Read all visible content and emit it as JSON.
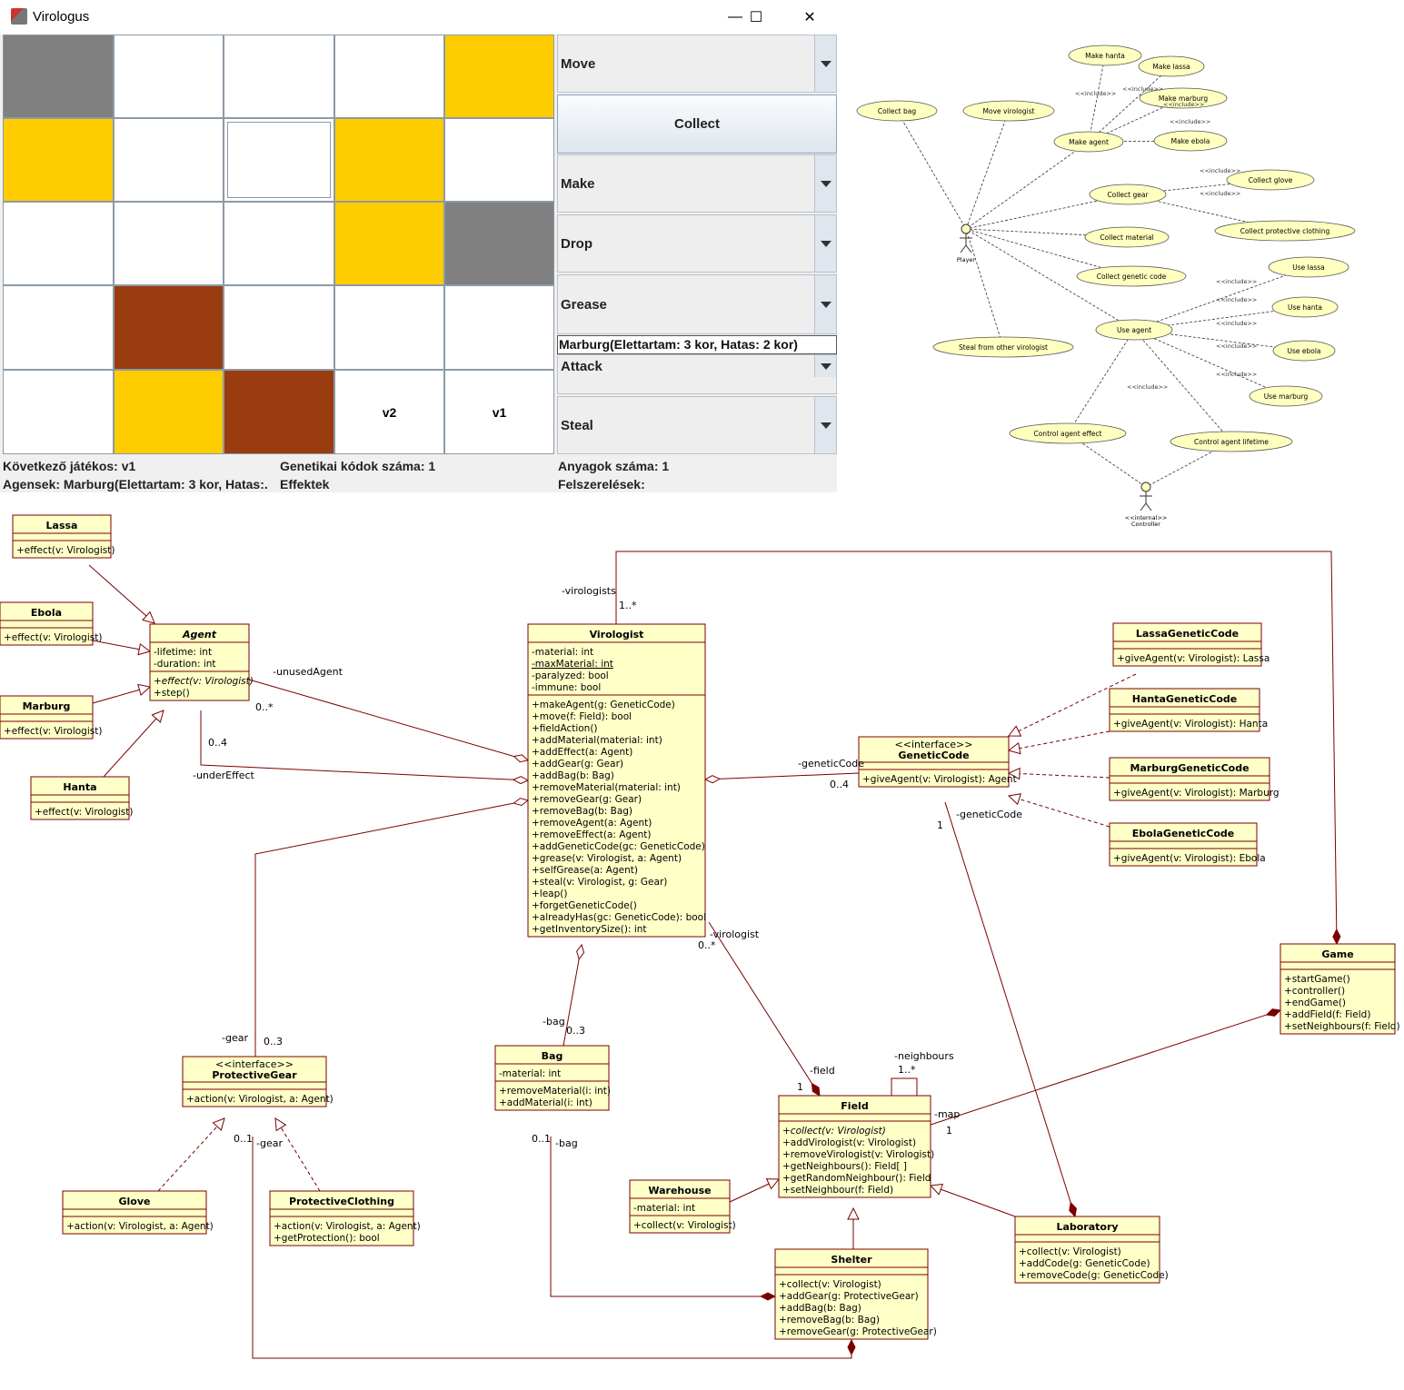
{
  "window": {
    "title": "Virologus",
    "minimize": "—",
    "maximize": "☐",
    "close": "✕"
  },
  "board": {
    "cells": [
      {
        "color": "#808080",
        "label": ""
      },
      {
        "color": "#ffffff",
        "label": ""
      },
      {
        "color": "#ffffff",
        "label": ""
      },
      {
        "color": "#ffffff",
        "label": ""
      },
      {
        "color": "#ffcc00",
        "label": ""
      },
      {
        "color": "#ffcc00",
        "label": ""
      },
      {
        "color": "#ffffff",
        "label": ""
      },
      {
        "color": "#ffffff",
        "label": ""
      },
      {
        "color": "#ffcc00",
        "label": ""
      },
      {
        "color": "#ffffff",
        "label": ""
      },
      {
        "color": "#ffffff",
        "label": ""
      },
      {
        "color": "#ffffff",
        "label": ""
      },
      {
        "color": "#ffffff",
        "label": ""
      },
      {
        "color": "#ffcc00",
        "label": ""
      },
      {
        "color": "#808080",
        "label": ""
      },
      {
        "color": "#ffffff",
        "label": ""
      },
      {
        "color": "#993d11",
        "label": ""
      },
      {
        "color": "#ffffff",
        "label": ""
      },
      {
        "color": "#ffffff",
        "label": ""
      },
      {
        "color": "#ffffff",
        "label": ""
      },
      {
        "color": "#ffffff",
        "label": ""
      },
      {
        "color": "#ffcc00",
        "label": ""
      },
      {
        "color": "#993d11",
        "label": ""
      },
      {
        "color": "#ffffff",
        "label": "v2"
      },
      {
        "color": "#ffffff",
        "label": "v1"
      }
    ]
  },
  "controls": {
    "move": "Move",
    "collect": "Collect",
    "make": "Make",
    "drop": "Drop",
    "grease": "Grease",
    "agent_selected": "Marburg(Elettartam: 3 kor, Hatas: 2 kor)",
    "attack": "Attack",
    "steal": "Steal"
  },
  "status": {
    "next_player": "Következő játékos: v1",
    "genetic_codes": "Genetikai kódok száma: 1",
    "materials": "Anyagok száma: 1",
    "agents": "Agensek: Marburg(Elettartam: 3 kor, Hatas:.",
    "effects": "Effektek",
    "equipment": "Felszerelések:"
  },
  "use_case": {
    "actors": {
      "player": "Player",
      "controller": "<<internal>>\nController"
    },
    "cases": [
      "Collect bag",
      "Move virologist",
      "Make agent",
      "Make hanta",
      "Make lassa",
      "Make marburg",
      "Make ebola",
      "Collect gear",
      "Collect glove",
      "Collect protective clothing",
      "Collect material",
      "Collect genetic code",
      "Use agent",
      "Use lassa",
      "Use hanta",
      "Use ebola",
      "Use marburg",
      "Steal from other virologist",
      "Control agent effect",
      "Control agent lifetime"
    ],
    "include": "<<include>>"
  },
  "class_diagram": {
    "classes": {
      "Lassa": {
        "name": "Lassa",
        "ops": [
          "+effect(v: Virologist)"
        ]
      },
      "Ebola": {
        "name": "Ebola",
        "ops": [
          "+effect(v: Virologist)"
        ]
      },
      "Marburg": {
        "name": "Marburg",
        "ops": [
          "+effect(v: Virologist)"
        ]
      },
      "Hanta": {
        "name": "Hanta",
        "ops": [
          "+effect(v: Virologist)"
        ]
      },
      "Agent": {
        "name": "Agent",
        "attrs": [
          "-lifetime: int",
          "-duration: int"
        ],
        "ops": [
          "+effect(v: Virologist)",
          "+step()"
        ]
      },
      "Virologist": {
        "name": "Virologist",
        "attrs": [
          "-material: int",
          "-maxMaterial: int",
          "-paralyzed: bool",
          "-immune: bool"
        ],
        "ops": [
          "+makeAgent(g: GeneticCode)",
          "+move(f: Field): bool",
          "+fieldAction()",
          "+addMaterial(material: int)",
          "+addEffect(a: Agent)",
          "+addGear(g: Gear)",
          "+addBag(b: Bag)",
          "+removeMaterial(material: int)",
          "+removeGear(g: Gear)",
          "+removeBag(b: Bag)",
          "+removeAgent(a: Agent)",
          "+removeEffect(a: Agent)",
          "+addGeneticCode(gc: GeneticCode)",
          "+grease(v: Virologist, a: Agent)",
          "+selfGrease(a: Agent)",
          "+steal(v: Virologist, g: Gear)",
          "+leap()",
          "+forgetGeneticCode()",
          "+alreadyHas(gc: GeneticCode): bool",
          "+getInventorySize(): int"
        ]
      },
      "GeneticCode": {
        "stereo": "<<interface>>",
        "name": "GeneticCode",
        "ops": [
          "+giveAgent(v: Virologist): Agent"
        ]
      },
      "LassaGeneticCode": {
        "name": "LassaGeneticCode",
        "ops": [
          "+giveAgent(v: Virologist): Lassa"
        ]
      },
      "HantaGeneticCode": {
        "name": "HantaGeneticCode",
        "ops": [
          "+giveAgent(v: Virologist): Hanta"
        ]
      },
      "MarburgGeneticCode": {
        "name": "MarburgGeneticCode",
        "ops": [
          "+giveAgent(v: Virologist): Marburg"
        ]
      },
      "EbolaGeneticCode": {
        "name": "EbolaGeneticCode",
        "ops": [
          "+giveAgent(v: Virologist): Ebola"
        ]
      },
      "Game": {
        "name": "Game",
        "ops": [
          "+startGame()",
          "+controller()",
          "+endGame()",
          "+addField(f: Field)",
          "+setNeighbours(f: Field)"
        ]
      },
      "ProtectiveGear": {
        "stereo": "<<interface>>",
        "name": "ProtectiveGear",
        "ops": [
          "+action(v: Virologist, a: Agent)"
        ]
      },
      "Bag": {
        "name": "Bag",
        "attrs": [
          "-material: int"
        ],
        "ops": [
          "+removeMaterial(i: int)",
          "+addMaterial(i: int)"
        ]
      },
      "Field": {
        "name": "Field",
        "ops": [
          "+collect(v: Virologist)",
          "+addVirologist(v: Virologist)",
          "+removeVirologist(v: Virologist)",
          "+getNeighbours(): Field[ ]",
          "+getRandomNeighbour(): Field",
          "+setNeighbour(f: Field)"
        ]
      },
      "Glove": {
        "name": "Glove",
        "ops": [
          "+action(v: Virologist, a: Agent)"
        ]
      },
      "ProtectiveClothing": {
        "name": "ProtectiveClothing",
        "ops": [
          "+action(v: Virologist, a: Agent)",
          "+getProtection(): bool"
        ]
      },
      "Warehouse": {
        "name": "Warehouse",
        "attrs": [
          "-material: int"
        ],
        "ops": [
          "+collect(v: Virologist)"
        ]
      },
      "Laboratory": {
        "name": "Laboratory",
        "ops": [
          "+collect(v: Virologist)",
          "+addCode(g: GeneticCode)",
          "+removeCode(g: GeneticCode)"
        ]
      },
      "Shelter": {
        "name": "Shelter",
        "ops": [
          "+collect(v: Virologist)",
          "+addGear(g: ProtectiveGear)",
          "+addBag(b: Bag)",
          "+removeBag(b: Bag)",
          "+removeGear(g: ProtectiveGear)"
        ]
      }
    },
    "labels": {
      "virologists": "-virologists",
      "mult_1n": "1..*",
      "unusedAgent": "-unusedAgent",
      "mult_0n": "0..*",
      "mult_04": "0..4",
      "underEffect": "-underEffect",
      "geneticCode": "-geneticCode",
      "gc_mult": "0..4",
      "gc2": "-geneticCode",
      "one": "1",
      "virologist": "-virologist",
      "v_mult": "0..*",
      "field": "-field",
      "neighbours": "-neighbours",
      "n_mult": "1..*",
      "map": "-map",
      "gear": "-gear",
      "g_mult": "0..3",
      "bag": "-bag",
      "b_mult": "0..3",
      "gear2": "-gear",
      "g2_mult": "0..1",
      "bag2": "-bag",
      "b2_mult": "0..1"
    }
  }
}
